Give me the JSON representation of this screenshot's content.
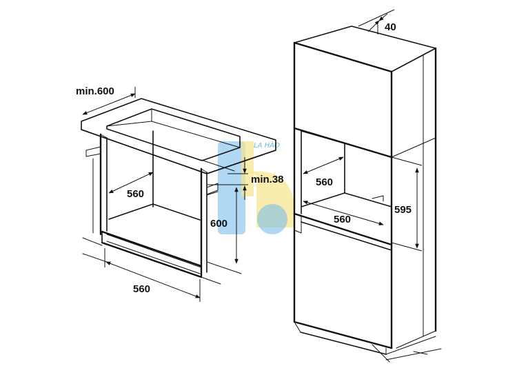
{
  "dimensions": {
    "countertop_depth": "min.600",
    "gap": "min.38",
    "undercounter_depth": "560",
    "undercounter_height": "600",
    "undercounter_width": "560",
    "column_top": "40",
    "column_depth": "560",
    "column_width": "560",
    "column_height": "595"
  },
  "watermark": {
    "text": "LA HÀO",
    "colors": {
      "blue": "#5aaee8",
      "yellow": "#f6e58a"
    }
  }
}
